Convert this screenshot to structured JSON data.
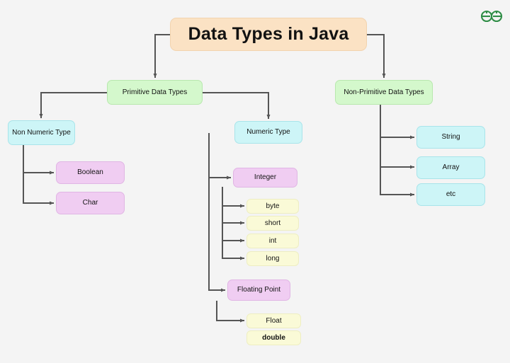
{
  "diagram": {
    "title": "Data Types in Java",
    "background_color": "#f4f4f4",
    "brand": {
      "name": "geeksforgeeks-logo",
      "color": "#2f8d46"
    },
    "nodes": {
      "title": "Data Types in Java",
      "primitive": "Primitive Data Types",
      "non_primitive": "Non-Primitive Data Types",
      "non_numeric": "Non Numeric Type",
      "numeric": "Numeric Type",
      "boolean": "Boolean",
      "char": "Char",
      "integer": "Integer",
      "byte": "byte",
      "short": "short",
      "int": "int",
      "long": "long",
      "floating_point": "Floating Point",
      "float": "Float",
      "double": "double",
      "string": "String",
      "array": "Array",
      "etc": "etc"
    },
    "colors": {
      "title_fill": "#fbe2c4",
      "green_fill": "#d4f8cc",
      "cyan_fill": "#cdf5f7",
      "pink_fill": "#f0cdf2",
      "yellow_fill": "#fafad7",
      "edge": "#555555"
    }
  }
}
